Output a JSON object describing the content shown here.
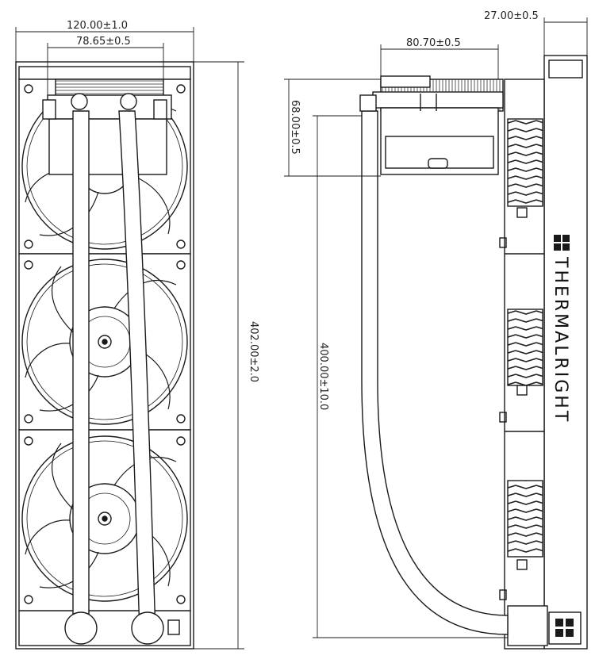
{
  "drawing": {
    "brand": "THERMALRIGHT",
    "dimensions": {
      "front_width": "120.00±1.0",
      "tube_spacing": "78.65±0.5",
      "front_height": "402.00±2.0",
      "side_depth": "27.00±0.5",
      "pump_width": "80.70±0.5",
      "pump_height": "68.00±0.5",
      "tube_length": "400.00±10.0"
    },
    "colors": {
      "line": "#1a1a1a",
      "fill": "#ffffff",
      "hatch": "#333333"
    },
    "fan_count": 3
  }
}
